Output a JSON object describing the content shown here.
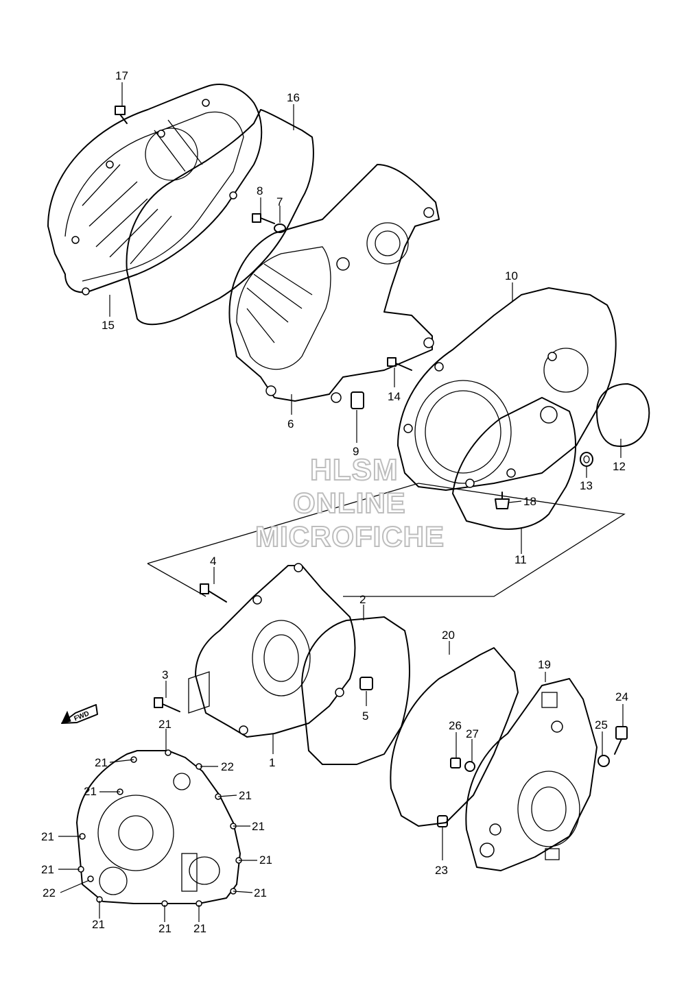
{
  "watermark": {
    "line1": "HLSM",
    "line2": "ONLINE",
    "line3": "MICROFICHE"
  },
  "direction_arrow": {
    "label": "FWD"
  },
  "callouts": [
    {
      "id": "c1",
      "label": "1"
    },
    {
      "id": "c2",
      "label": "2"
    },
    {
      "id": "c3",
      "label": "3"
    },
    {
      "id": "c4",
      "label": "4"
    },
    {
      "id": "c5",
      "label": "5"
    },
    {
      "id": "c6",
      "label": "6"
    },
    {
      "id": "c7",
      "label": "7"
    },
    {
      "id": "c8",
      "label": "8"
    },
    {
      "id": "c9",
      "label": "9"
    },
    {
      "id": "c10",
      "label": "10"
    },
    {
      "id": "c11",
      "label": "11"
    },
    {
      "id": "c12",
      "label": "12"
    },
    {
      "id": "c13",
      "label": "13"
    },
    {
      "id": "c14",
      "label": "14"
    },
    {
      "id": "c15",
      "label": "15"
    },
    {
      "id": "c16",
      "label": "16"
    },
    {
      "id": "c17",
      "label": "17"
    },
    {
      "id": "c18",
      "label": "18"
    },
    {
      "id": "c19",
      "label": "19"
    },
    {
      "id": "c20",
      "label": "20"
    },
    {
      "id": "c21a",
      "label": "21"
    },
    {
      "id": "c21b",
      "label": "21"
    },
    {
      "id": "c21c",
      "label": "21"
    },
    {
      "id": "c21d",
      "label": "21"
    },
    {
      "id": "c21e",
      "label": "21"
    },
    {
      "id": "c21f",
      "label": "21"
    },
    {
      "id": "c21g",
      "label": "21"
    },
    {
      "id": "c21h",
      "label": "21"
    },
    {
      "id": "c21i",
      "label": "21"
    },
    {
      "id": "c21j",
      "label": "21"
    },
    {
      "id": "c21k",
      "label": "21"
    },
    {
      "id": "c21l",
      "label": "21"
    },
    {
      "id": "c22a",
      "label": "22"
    },
    {
      "id": "c22b",
      "label": "22"
    },
    {
      "id": "c23",
      "label": "23"
    },
    {
      "id": "c24",
      "label": "24"
    },
    {
      "id": "c25",
      "label": "25"
    },
    {
      "id": "c26",
      "label": "26"
    },
    {
      "id": "c27",
      "label": "27"
    }
  ]
}
